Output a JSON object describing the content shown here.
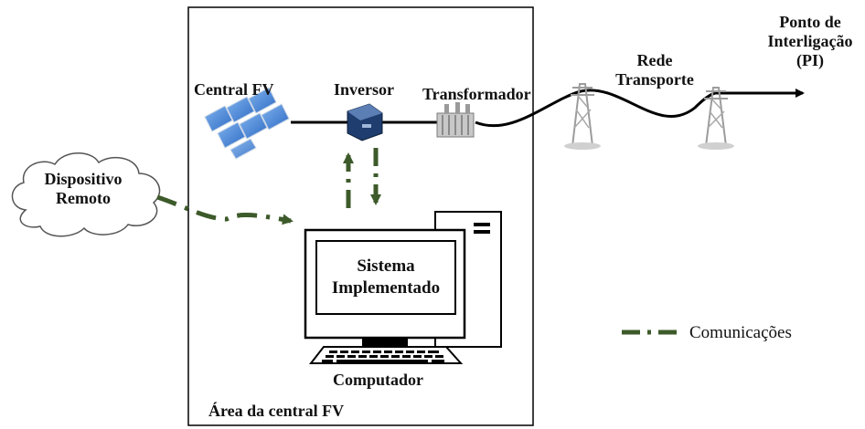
{
  "labels": {
    "central_fv": "Central FV",
    "inversor": "Inversor",
    "transformador": "Transformador",
    "rede_line1": "Rede",
    "rede_line2": "Transporte",
    "ponto_line1": "Ponto de",
    "ponto_line2": "Interligação",
    "ponto_line3": "(PI)",
    "dispositivo_line1": "Dispositivo",
    "dispositivo_line2": "Remoto",
    "sistema_line1": "Sistema",
    "sistema_line2": "Implementado",
    "computador": "Computador",
    "area": "Área da central FV"
  },
  "legend": {
    "comunicacoes": "Comunicações"
  },
  "colors": {
    "comm_dash": "#3d5a2a",
    "line": "#000000",
    "panel": "#3f7fd1",
    "cloud_stroke": "#555555"
  },
  "icons": [
    "solar-panels-icon",
    "inverter-icon",
    "transformer-icon",
    "transmission-tower-icon",
    "cloud-icon",
    "computer-icon"
  ]
}
